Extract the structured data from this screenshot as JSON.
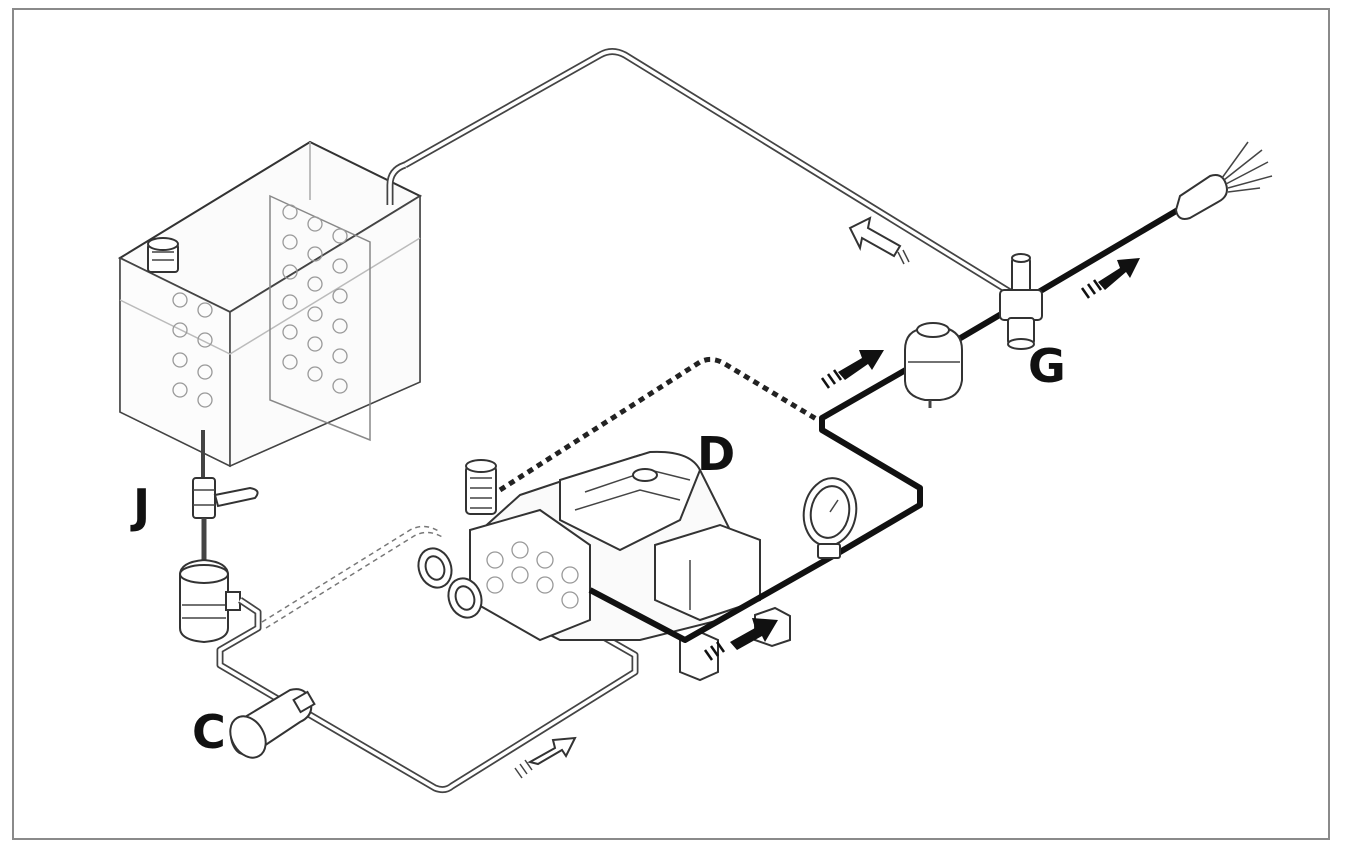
{
  "labels": {
    "tank_valve": "J",
    "filter": "C",
    "pump": "D",
    "regulator": "G"
  },
  "colors": {
    "line": "#111111",
    "outline": "#333333",
    "frame": "#8a8a8a",
    "background": "#ffffff"
  },
  "icons": {
    "tank": "water-tank-icon",
    "pump": "piston-pump-icon",
    "filter": "inline-filter-icon",
    "gauge": "pressure-gauge-icon",
    "nozzle": "spray-nozzle-icon"
  }
}
